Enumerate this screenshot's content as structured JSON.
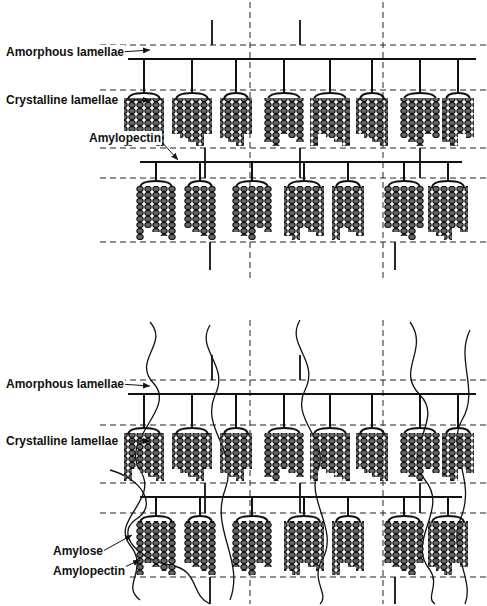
{
  "diagram": {
    "labels": [
      "Amorphous lamellae",
      "Crystalline lamellae",
      "Amylopectin",
      "Amorphous lamellae",
      "Crystalline lamellae",
      "Amylose",
      "Amylopectin"
    ]
  }
}
